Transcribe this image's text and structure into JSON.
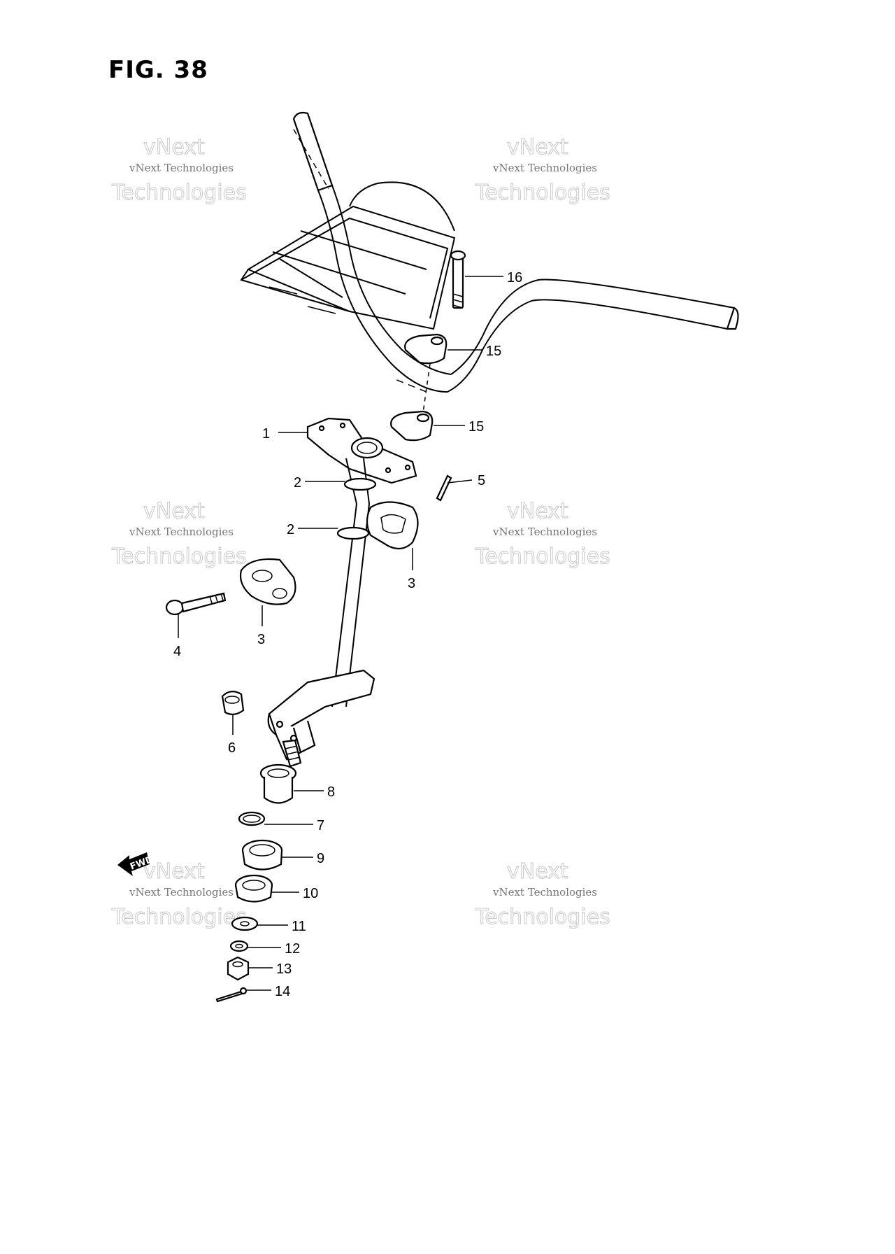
{
  "figure": {
    "title": "FIG. 38"
  },
  "watermark": {
    "line1": "vNext Technologies",
    "line2": "vNext",
    "line3": "Technologies"
  },
  "fwd_label": "FWD",
  "callouts": [
    {
      "id": "c1",
      "label": "1"
    },
    {
      "id": "c2a",
      "label": "2"
    },
    {
      "id": "c2b",
      "label": "2"
    },
    {
      "id": "c3a",
      "label": "3"
    },
    {
      "id": "c3b",
      "label": "3"
    },
    {
      "id": "c4",
      "label": "4"
    },
    {
      "id": "c5",
      "label": "5"
    },
    {
      "id": "c6",
      "label": "6"
    },
    {
      "id": "c7",
      "label": "7"
    },
    {
      "id": "c8",
      "label": "8"
    },
    {
      "id": "c9",
      "label": "9"
    },
    {
      "id": "c10",
      "label": "10"
    },
    {
      "id": "c11",
      "label": "11"
    },
    {
      "id": "c12",
      "label": "12"
    },
    {
      "id": "c13",
      "label": "13"
    },
    {
      "id": "c14",
      "label": "14"
    },
    {
      "id": "c15a",
      "label": "15"
    },
    {
      "id": "c15b",
      "label": "15"
    },
    {
      "id": "c16",
      "label": "16"
    }
  ]
}
